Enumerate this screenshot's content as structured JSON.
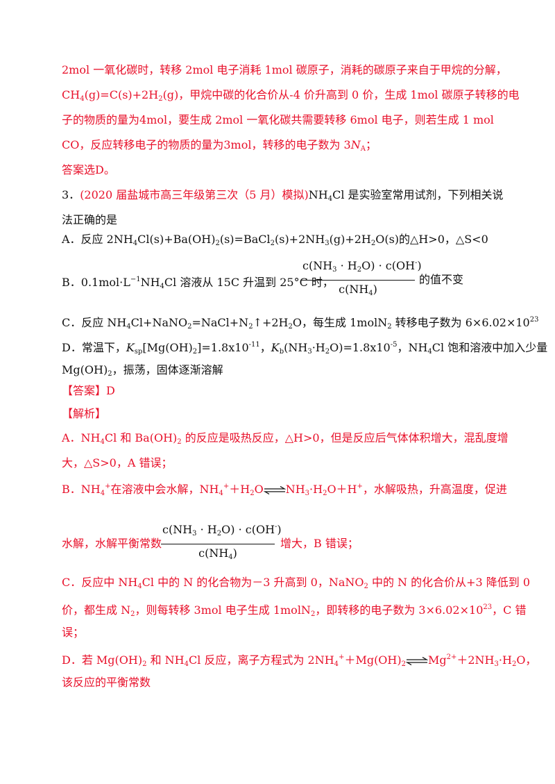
{
  "p1": {
    "l1": "2mol 一氧化碳时，转移 2mol 电子消耗 1mol 碳原子，消耗的碳原子来自于甲烷的分解，",
    "l2": [
      "CH",
      "4",
      "(g)=C(s)+2H",
      "2",
      "(g)，甲烷中碳的化合价从-4 价升高到 0 价，生成 1mol 碳原子转移的电"
    ],
    "l3": "子的物质的量为4mol，要生成 2mol 一氧化碳共需要转移 6mol 电子，则若生成 1 mol",
    "l4": [
      "CO，反应转移电子的物质的量为3mol，转移的电子数为 3",
      "N",
      "A",
      "；"
    ],
    "l5": "答案选D。"
  },
  "q3": {
    "number": "3．",
    "source": "(2020 届盐城市高三年级第三次（5 月）模拟)",
    "stem_a": [
      "NH",
      "4",
      "Cl 是实验室常用试剂，下列相关说"
    ],
    "stem_b": "法正确的是",
    "optA": [
      "A．反应 2NH",
      "4",
      "Cl(s)+Ba(OH)",
      "2",
      "(s)=BaCl",
      "2",
      "(s)+2NH",
      "3",
      "(g)+2H",
      "2",
      "O(s)的△H>0，△S<0"
    ],
    "optB_a": [
      "B．0.1mol·L",
      "−1",
      "NH",
      "4",
      "Cl 溶液从 15C 升温到 25°C 时，"
    ],
    "optB_b": "的值不变",
    "fracB": {
      "num": [
        "c(NH",
        "3",
        " · H",
        "2",
        "O) · c(OH",
        "-",
        ")"
      ],
      "den": [
        "c(NH",
        "4",
        ")"
      ]
    },
    "optC": [
      "C．反应 NH",
      "4",
      "Cl+NaNO",
      "2",
      "=NaCl+N",
      "2",
      "↑+2H",
      "2",
      "O，每生成 1molN",
      "2",
      " 转移电子数为 6×6.02×10",
      "23"
    ],
    "optD_a": [
      "D．常温下，",
      "K",
      "sp",
      "[Mg(OH)",
      "2",
      "]=1.8x10",
      "-11",
      "，",
      "K",
      "b",
      "(NH",
      "3",
      "·H",
      "2",
      "O)=1.8x10",
      "-5",
      "，NH",
      "4",
      "Cl 饱和溶液中加入少量"
    ],
    "optD_b": [
      "Mg(OH)",
      "2",
      "，振荡，固体逐渐溶解"
    ]
  },
  "answer": "【答案】D",
  "analysis_label": "【解析】",
  "ana": {
    "A1": [
      "A．NH",
      "4",
      "Cl 和 Ba(OH)",
      "2",
      " 的反应是吸热反应，△H>0，但是反应后气体体积增大，混乱度增"
    ],
    "A2": "大，△S>0，A 错误；",
    "B1_pre": [
      "B．NH",
      "4",
      "+",
      "在溶液中会水解，NH",
      "4",
      "+",
      "＋H",
      "2",
      "O"
    ],
    "B1_post": [
      "NH",
      "3",
      "·H",
      "2",
      "O＋H",
      "+",
      "，水解吸热，升高温度，促进"
    ],
    "B2_pre": "水解，水解平衡常数",
    "B2_post": "增大，B 错误；",
    "C1": [
      "C．反应中 NH",
      "4",
      "Cl 中的 N 的化合物为－3 升高到 0，NaNO",
      "2",
      " 中的 N 的化合价从+3 降低到 0"
    ],
    "C2": [
      "价，都生成 N",
      "2",
      "，则每转移 3mol 电子生成 1molN",
      "2",
      "，即转移的电子数为 3×6.02×10",
      "23",
      "，C 错"
    ],
    "C3": "误；",
    "D1_pre": [
      "D．若 Mg(OH)",
      "2",
      " 和 NH",
      "4",
      "Cl 反应，离子方程式为 2NH",
      "4",
      "+",
      "＋Mg(OH)",
      "2"
    ],
    "D1_post": [
      "Mg",
      "2+",
      "＋2NH",
      "3",
      "·H",
      "2",
      "O，"
    ],
    "D2": "该反应的平衡常数"
  },
  "colors": {
    "red": "#e8102a",
    "black": "#111111"
  }
}
